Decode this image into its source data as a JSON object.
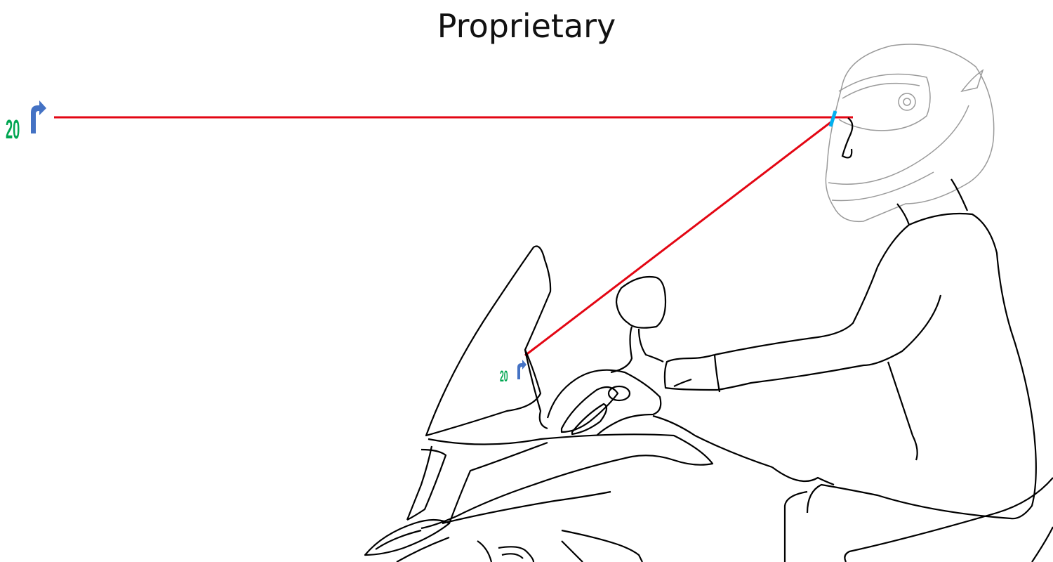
{
  "title": "Proprietary",
  "far_display": {
    "speed": "20"
  },
  "windshield_display": {
    "speed": "20"
  },
  "colors": {
    "sight_line": "#e30613",
    "speed_text": "#00a651",
    "turn_arrow": "#4472c4",
    "visor_display": "#00b0f0",
    "outline": "#000000",
    "helmet": "#9a9a9a"
  },
  "icons": {
    "turn": "turn-right-arrow-icon"
  }
}
